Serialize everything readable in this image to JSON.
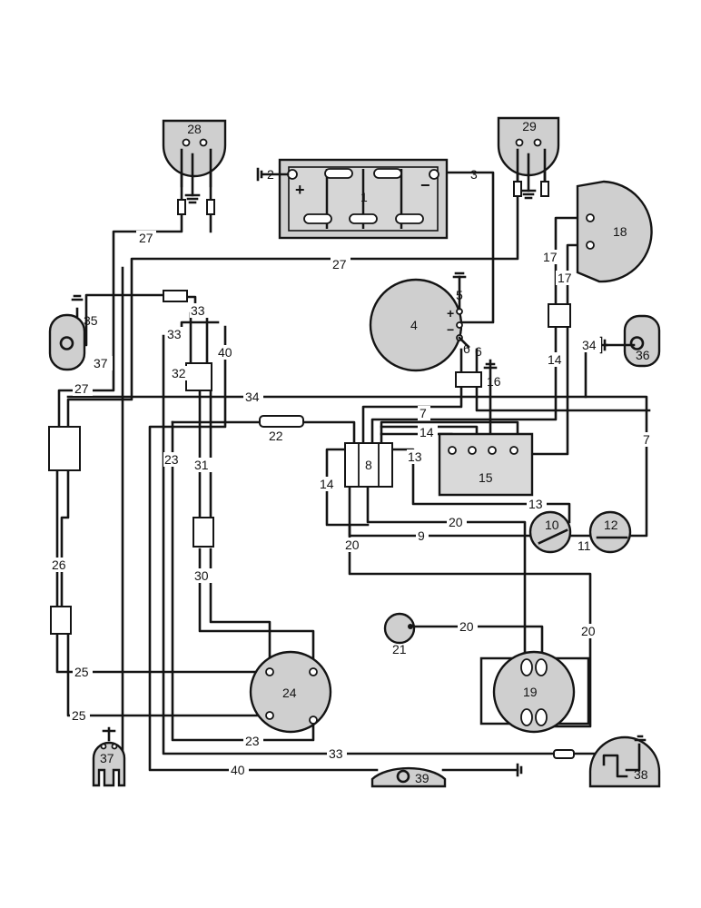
{
  "components": {
    "c2": "2",
    "c3": "3",
    "c4": "4",
    "c5": "5",
    "c6a": "6",
    "c6b": "6",
    "c8": "8",
    "c10": "10",
    "c11": "11",
    "c12": "12",
    "c15": "15",
    "c16": "16",
    "c18": "18",
    "c19": "19",
    "c21": "21",
    "c24": "24",
    "c28": "28",
    "c29": "29",
    "c35": "35",
    "c36": "36",
    "c37": "37",
    "c38": "38",
    "c39": "39",
    "battery_num": "1"
  },
  "polarity": {
    "plus": "+",
    "minus": "−",
    "plus2": "+",
    "minus2": "−"
  },
  "wires": {
    "w27a": "27",
    "w27b": "27",
    "w27c": "27",
    "w33a": "33",
    "w33b": "33",
    "w33c": "33",
    "w40a": "40",
    "w40b": "40",
    "w37": "37",
    "w32": "32",
    "w34a": "34",
    "w34b": "34",
    "w22": "22",
    "w23a": "23",
    "w23b": "23",
    "w31": "31",
    "w30": "30",
    "w26": "26",
    "w25a": "25",
    "w25b": "25",
    "w17a": "17",
    "w17b": "17",
    "w14a": "14",
    "w14b": "14",
    "w14c": "14",
    "w13a": "13",
    "w13b": "13",
    "w7a": "7",
    "w7b": "7",
    "w20a": "20",
    "w20b": "20",
    "w20c": "20",
    "w20d": "20",
    "w9": "9"
  }
}
